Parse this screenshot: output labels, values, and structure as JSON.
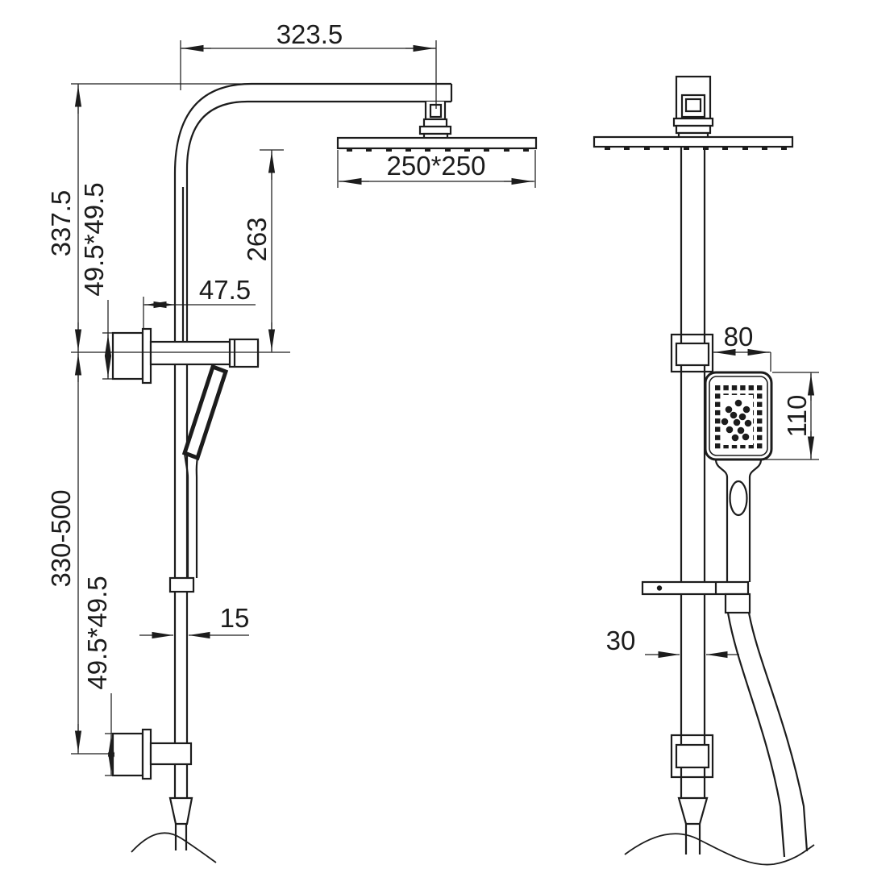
{
  "dimensions": {
    "arm_reach": "323.5",
    "overhead_size": "250*250",
    "upper_height": "337.5",
    "upper_bracket_size": "49.5*49.5",
    "bracket_offset": "47.5",
    "head_drop": "263",
    "adjust_range": "330-500",
    "lower_bracket_size": "49.5*49.5",
    "rail_width": "15",
    "hand_head_width": "80",
    "hand_head_height": "110",
    "hose_gap": "30"
  },
  "colors": {
    "line": "#1c1c1c",
    "background": "#ffffff"
  }
}
